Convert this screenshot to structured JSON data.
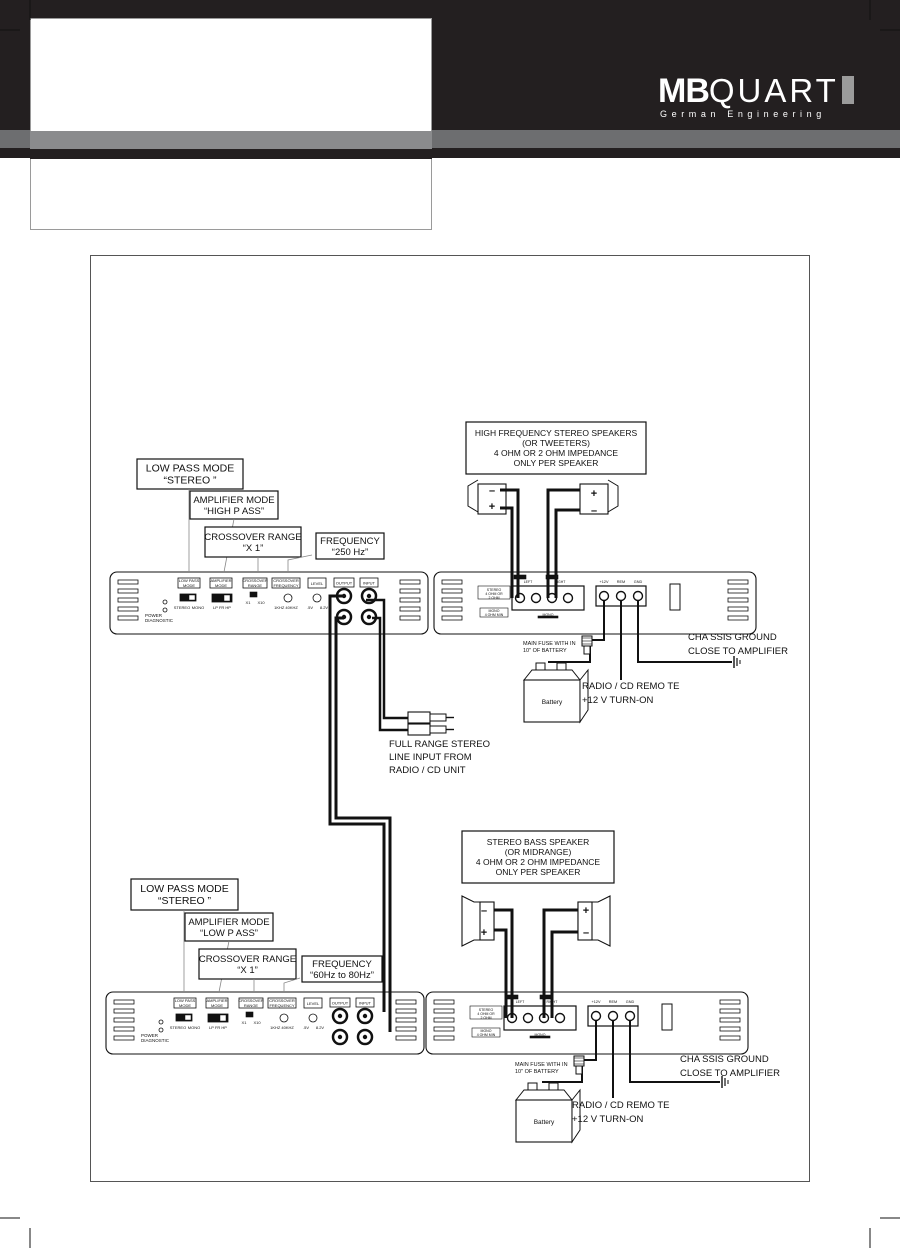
{
  "brand": {
    "logo_bold": "MB",
    "logo_light": "QUART",
    "tagline": "German Engineering"
  },
  "top_setup": {
    "low_pass_mode": [
      "LOW PASS MODE",
      "“STEREO ”"
    ],
    "amplifier_mode": [
      "AMPLIFIER MODE",
      "“HIGH P ASS”"
    ],
    "crossover_range": [
      "CROSSOVER RANGE",
      "“X 1”"
    ],
    "frequency": [
      "FREQUENCY",
      "“250 Hz”"
    ],
    "speakers": [
      "HIGH FREQUENCY STEREO SPEAKERS",
      "(OR TWEETERS)",
      "4 OHM OR 2 OHM IMPEDANCE",
      "ONLY PER SPEAKER"
    ],
    "line_input": [
      "FULL RANGE STEREO",
      "LINE INPUT FROM",
      "RADIO / CD UNIT"
    ],
    "chassis_ground": [
      "CHA SSIS GROUND",
      "CLOSE TO AMPLIFIER"
    ],
    "remote": [
      "RADIO / CD REMO  TE",
      "+12 V TURN-ON"
    ],
    "fuse": [
      "MAIN FUSE WITH IN",
      "10\" OF BATTERY"
    ]
  },
  "bottom_setup": {
    "low_pass_mode": [
      "LOW PASS MODE",
      "“STEREO ”"
    ],
    "amplifier_mode": [
      "AMPLIFIER MODE",
      "“LOW P ASS”"
    ],
    "crossover_range": [
      "CROSSOVER RANGE",
      "“X 1”"
    ],
    "frequency": [
      "FREQUENCY",
      "“60Hz to 80Hz”"
    ],
    "speakers": [
      "STEREO BASS SPEAKER",
      "(OR MIDRANGE)",
      "4 OHM OR 2 OHM IMPEDANCE",
      "ONLY PER SPEAKER"
    ],
    "chassis_ground": [
      "CHA SSIS GROUND",
      "CLOSE TO AMPLIFIER"
    ],
    "remote": [
      "RADIO / CD REMO  TE",
      "+12 V TURN-ON"
    ],
    "fuse": [
      "MAIN FUSE WITH IN",
      "10\" OF BATTERY"
    ]
  },
  "panel": {
    "power": [
      "POWER",
      "DIAGNOSTIC"
    ],
    "low_pass_mode": [
      "LOW PASS",
      "MODE"
    ],
    "amp_mode": [
      "AMPLIFIER",
      "MODE"
    ],
    "xover_range": [
      "CROSSOVER",
      "RANGE"
    ],
    "xover_freq": [
      "CROSSOVER",
      "FREQUENCY"
    ],
    "level": "LEVEL",
    "output": "OUTPUT",
    "input": "INPUT",
    "stereo_mono": [
      "STEREO",
      "MONO"
    ],
    "lp_fr_hp": "LP FR HP",
    "x1_x10": [
      "X1",
      "X10"
    ],
    "freq_scale": "1KHZ  40KHZ",
    "level_scale": [
      ".5V",
      "8.2V"
    ],
    "left": "LEFT",
    "right": "RIGHT",
    "mono": "MONO",
    "left_small": "LEFT",
    "right_small": "RIGHT",
    "power_terms": [
      "+12V",
      "REM",
      "GND"
    ],
    "speaker_block": [
      "STEREO",
      "4 OHM OR",
      "2 OHM"
    ],
    "mono_block": [
      "MONO",
      "4 OHM MIN"
    ],
    "plus": "+",
    "minus": "–"
  },
  "battery": "Battery"
}
